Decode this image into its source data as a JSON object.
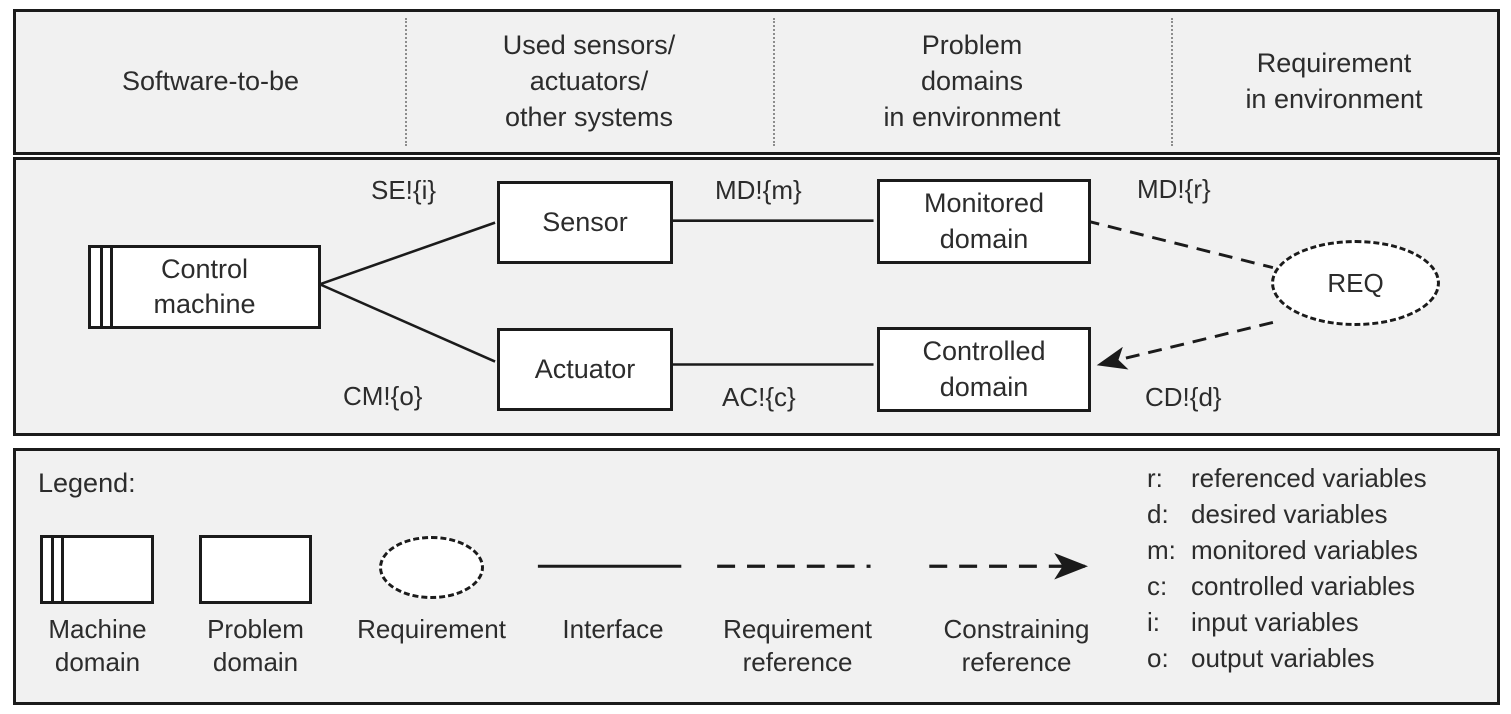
{
  "header": {
    "columns": [
      {
        "lines": [
          "Software-to-be"
        ]
      },
      {
        "lines": [
          "Used sensors/",
          "actuators/",
          "other systems"
        ]
      },
      {
        "lines": [
          "Problem",
          "domains",
          "in environment"
        ]
      },
      {
        "lines": [
          "Requirement",
          "in environment"
        ]
      }
    ]
  },
  "diagram": {
    "nodes": {
      "control_machine": {
        "lines": [
          "Control",
          "machine"
        ]
      },
      "sensor": {
        "lines": [
          "Sensor"
        ]
      },
      "actuator": {
        "lines": [
          "Actuator"
        ]
      },
      "monitored_domain": {
        "lines": [
          "Monitored",
          "domain"
        ]
      },
      "controlled_domain": {
        "lines": [
          "Controlled",
          "domain"
        ]
      },
      "requirement": {
        "label": "REQ"
      }
    },
    "edge_labels": {
      "sensor_interface": "SE!{i}",
      "actuator_interface": "CM!{o}",
      "monitored_interface": "MD!{m}",
      "controlled_interface": "AC!{c}",
      "requirement_reference": "MD!{r}",
      "constraining_reference": "CD!{d}"
    }
  },
  "legend": {
    "title": "Legend:",
    "items": [
      {
        "symbol": "machine-domain-symbol",
        "lines": [
          "Machine",
          "domain"
        ]
      },
      {
        "symbol": "problem-domain-symbol",
        "lines": [
          "Problem",
          "domain"
        ]
      },
      {
        "symbol": "requirement-symbol",
        "lines": [
          "Requirement"
        ]
      },
      {
        "symbol": "interface-line-symbol",
        "lines": [
          "Interface"
        ]
      },
      {
        "symbol": "requirement-reference-symbol",
        "lines": [
          "Requirement",
          "reference"
        ]
      },
      {
        "symbol": "constraining-reference-symbol",
        "lines": [
          "Constraining",
          "reference"
        ]
      }
    ],
    "variables": [
      {
        "key": "r:",
        "desc": "referenced variables"
      },
      {
        "key": "d:",
        "desc": "desired variables"
      },
      {
        "key": "m:",
        "desc": "monitored variables"
      },
      {
        "key": "c:",
        "desc": "controlled variables"
      },
      {
        "key": "i:",
        "desc": "input variables"
      },
      {
        "key": "o:",
        "desc": "output variables"
      }
    ]
  },
  "colors": {
    "panel_fill": "#f1f1f1",
    "stroke": "#1b1b1b",
    "node_fill": "#ffffff",
    "text": "#2c2c2c",
    "separator": "#8d8d8d"
  }
}
